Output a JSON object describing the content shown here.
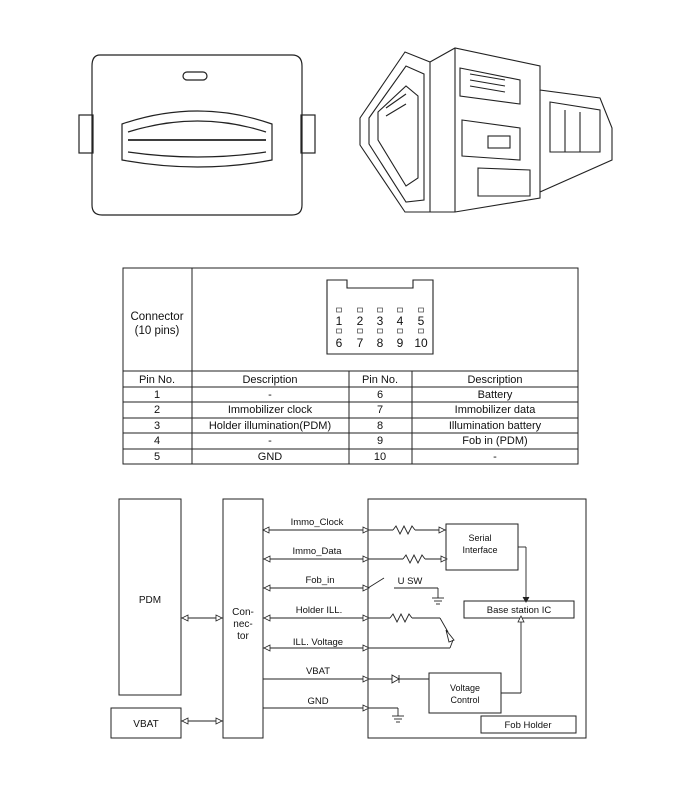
{
  "pin_table": {
    "connector_label_line1": "Connector",
    "connector_label_line2": "(10 pins)",
    "header": {
      "pin_no": "Pin No.",
      "description": "Description"
    },
    "connector_pins_top": [
      "1",
      "2",
      "3",
      "4",
      "5"
    ],
    "connector_pins_bottom": [
      "6",
      "7",
      "8",
      "9",
      "10"
    ],
    "rows": [
      {
        "left_pin": "1",
        "left_desc": "-",
        "right_pin": "6",
        "right_desc": "Battery"
      },
      {
        "left_pin": "2",
        "left_desc": "Immobilizer clock",
        "right_pin": "7",
        "right_desc": "Immobilizer data"
      },
      {
        "left_pin": "3",
        "left_desc": "Holder illumination(PDM)",
        "right_pin": "8",
        "right_desc": "Illumination battery"
      },
      {
        "left_pin": "4",
        "left_desc": "-",
        "right_pin": "9",
        "right_desc": "Fob in (PDM)"
      },
      {
        "left_pin": "5",
        "left_desc": "GND",
        "right_pin": "10",
        "right_desc": "-"
      }
    ]
  },
  "schematic": {
    "pdm": "PDM",
    "vbat_box": "VBAT",
    "connector_line1": "Con-",
    "connector_line2": "nec-",
    "connector_line3": "tor",
    "signals": {
      "immo_clock": "Immo_Clock",
      "immo_data": "Immo_Data",
      "fob_in": "Fob_in",
      "holder_ill": "Holder ILL.",
      "ill_voltage": "ILL. Voltage",
      "vbat": "VBAT",
      "gnd": "GND"
    },
    "usw": "U SW",
    "serial_line1": "Serial",
    "serial_line2": "Interface",
    "base_station": "Base station IC",
    "voltage_line1": "Voltage",
    "voltage_line2": "Control",
    "fob_holder": "Fob Holder"
  }
}
